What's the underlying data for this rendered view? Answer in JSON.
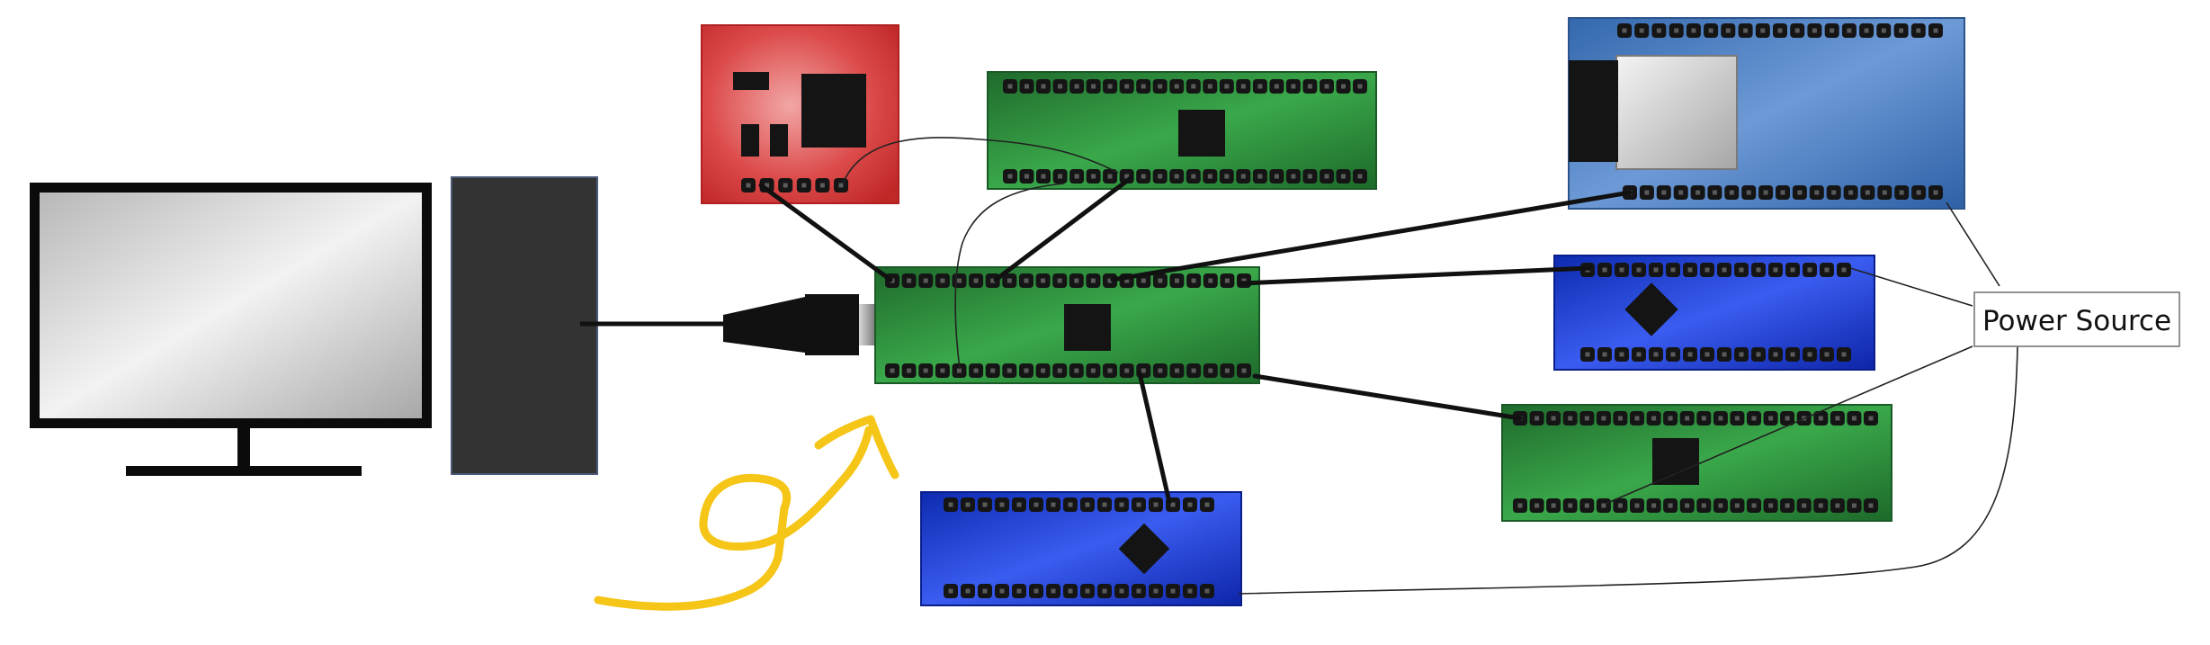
{
  "labels": {
    "power_source": "Power Source"
  },
  "colors": {
    "green_board": "#2f8a3a",
    "blue_board": "#1b38d6",
    "light_blue_board": "#4f80c0",
    "red_board": "#d23a3a",
    "chip": "#141414",
    "tower": "#333333",
    "annotation": "#f5c518",
    "wire": "#111111"
  },
  "components": [
    {
      "name": "monitor"
    },
    {
      "name": "pc-tower"
    },
    {
      "name": "usb-connector"
    },
    {
      "name": "main-green-board"
    },
    {
      "name": "red-board"
    },
    {
      "name": "top-green-board"
    },
    {
      "name": "light-blue-board"
    },
    {
      "name": "blue-board-right"
    },
    {
      "name": "green-board-right"
    },
    {
      "name": "blue-board-bottom"
    },
    {
      "name": "power-source-box"
    }
  ]
}
